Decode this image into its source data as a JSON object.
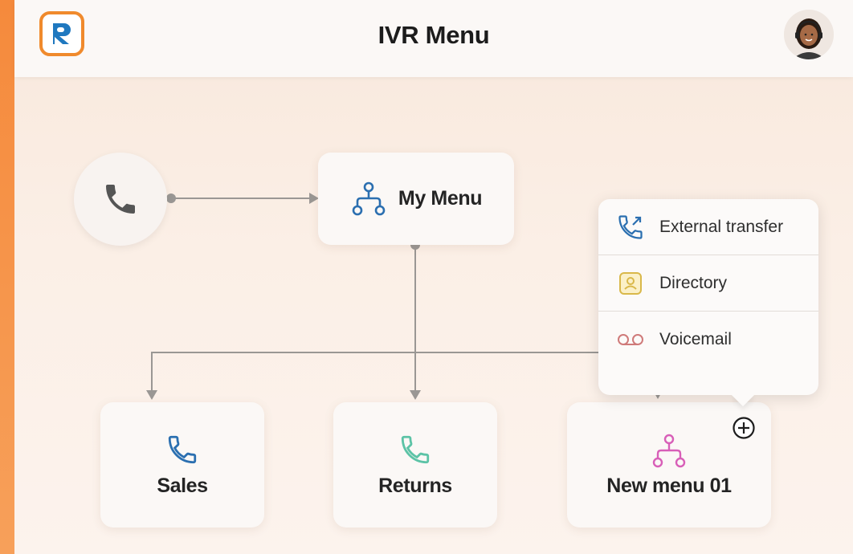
{
  "header": {
    "title": "IVR Menu",
    "logo_icon": "r-logo-icon",
    "avatar_icon": "user-avatar"
  },
  "flow": {
    "start_icon": "phone-icon",
    "root": {
      "label": "My Menu",
      "icon": "hierarchy-icon",
      "icon_color": "#2b6fb0"
    },
    "children": [
      {
        "label": "Sales",
        "icon": "phone-icon",
        "icon_color": "#2b6fb0"
      },
      {
        "label": "Returns",
        "icon": "phone-icon",
        "icon_color": "#5cc3a6"
      },
      {
        "label": "New menu 01",
        "icon": "hierarchy-icon",
        "icon_color": "#d85fb8"
      }
    ]
  },
  "popup": {
    "items": [
      {
        "label": "External transfer",
        "icon": "phone-forward-icon",
        "icon_color": "#2b6fb0"
      },
      {
        "label": "Directory",
        "icon": "contact-card-icon",
        "icon_color": "#d9b84a"
      },
      {
        "label": "Voicemail",
        "icon": "voicemail-icon",
        "icon_color": "#cf7a7a"
      }
    ]
  },
  "add_icon": "plus-circle-icon",
  "colors": {
    "accent": "#f08a2c",
    "line": "#9a9794"
  }
}
